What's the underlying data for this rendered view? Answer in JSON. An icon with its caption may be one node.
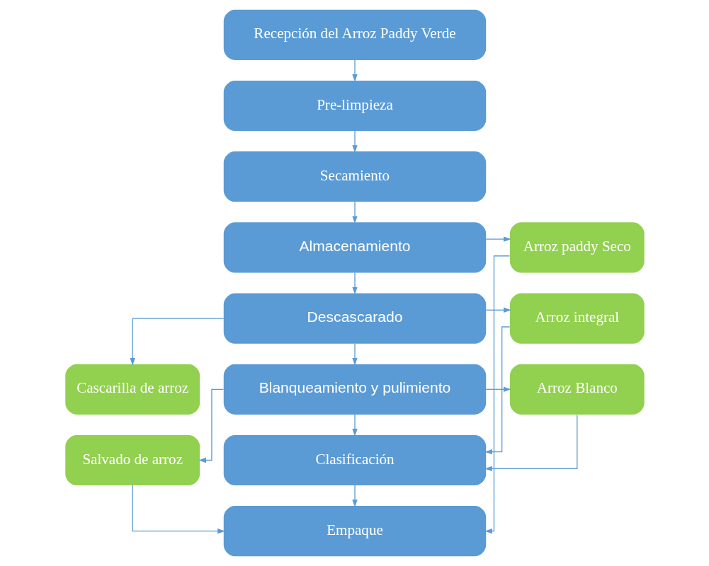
{
  "diagram": {
    "nodes": [
      {
        "text": [
          "Recepción del Arroz Paddy Verde"
        ]
      },
      {
        "text": [
          "Pre-limpieza"
        ]
      },
      {
        "text": [
          "Secamiento"
        ]
      },
      {
        "text": [
          "Almacenamiento"
        ]
      },
      {
        "text": [
          "Arroz paddy Seco"
        ]
      },
      {
        "text": [
          "Arroz integral"
        ]
      },
      {
        "text": [
          "Descascarado"
        ]
      },
      {
        "text": [
          "Cascarilla de arroz"
        ]
      },
      {
        "text": [
          "Arroz Blanco"
        ]
      },
      {
        "text": [
          "Blanqueamiento y pulimiento"
        ]
      },
      {
        "text": [
          "Salvado de arroz"
        ]
      },
      {
        "text": [
          "Clasificación"
        ]
      },
      {
        "text": [
          "Empaque"
        ]
      }
    ],
    "edges": [
      {
        "from": 0,
        "to": 1,
        "arrow": "to"
      },
      {
        "from": 1,
        "to": 2,
        "arrow": "to"
      },
      {
        "from": 2,
        "to": 3,
        "arrow": "to"
      },
      {
        "from": 3,
        "to": 6,
        "arrow": "to"
      },
      {
        "from": 6,
        "to": 9,
        "arrow": "to"
      },
      {
        "from": 9,
        "to": 11,
        "arrow": "to"
      },
      {
        "from": 11,
        "to": 12,
        "arrow": "to"
      },
      {
        "from": 3,
        "to": 4,
        "arrow": "to"
      },
      {
        "from": 6,
        "to": 5,
        "arrow": "to"
      },
      {
        "from": 6,
        "to": 7,
        "arrow": "to"
      },
      {
        "from": 9,
        "to": 8,
        "arrow": "to"
      },
      {
        "from": 9,
        "to": 10,
        "arrow": "to"
      },
      {
        "from": 5,
        "to": 11,
        "arrow": "to"
      },
      {
        "from": 8,
        "to": 11,
        "arrow": "to"
      },
      {
        "from": 4,
        "to": 12,
        "arrow": "to"
      },
      {
        "from": 10,
        "to": 12,
        "arrow": "to"
      }
    ]
  }
}
